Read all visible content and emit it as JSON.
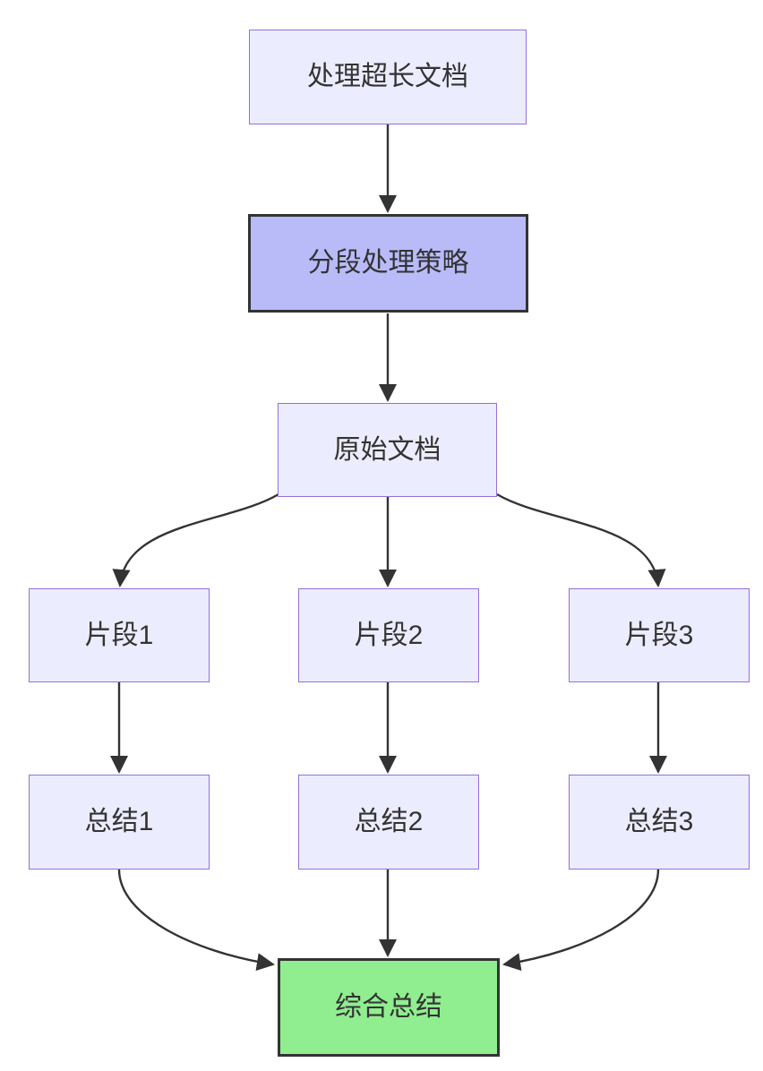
{
  "diagram": {
    "type": "flowchart",
    "direction": "top-down",
    "nodes": [
      {
        "id": "A",
        "label": "处理超长文档",
        "style": "default"
      },
      {
        "id": "B",
        "label": "分段处理策略",
        "style": "strategy"
      },
      {
        "id": "C",
        "label": "原始文档",
        "style": "default"
      },
      {
        "id": "D1",
        "label": "片段1",
        "style": "default"
      },
      {
        "id": "D2",
        "label": "片段2",
        "style": "default"
      },
      {
        "id": "D3",
        "label": "片段3",
        "style": "default"
      },
      {
        "id": "E1",
        "label": "总结1",
        "style": "default"
      },
      {
        "id": "E2",
        "label": "总结2",
        "style": "default"
      },
      {
        "id": "E3",
        "label": "总结3",
        "style": "default"
      },
      {
        "id": "F",
        "label": "综合总结",
        "style": "final"
      }
    ],
    "edges": [
      {
        "from": "处理超长文档",
        "to": "分段处理策略"
      },
      {
        "from": "分段处理策略",
        "to": "原始文档"
      },
      {
        "from": "原始文档",
        "to": "片段1"
      },
      {
        "from": "原始文档",
        "to": "片段2"
      },
      {
        "from": "原始文档",
        "to": "片段3"
      },
      {
        "from": "片段1",
        "to": "总结1"
      },
      {
        "from": "片段2",
        "to": "总结2"
      },
      {
        "from": "片段3",
        "to": "总结3"
      },
      {
        "from": "总结1",
        "to": "综合总结"
      },
      {
        "from": "总结2",
        "to": "综合总结"
      },
      {
        "from": "总结3",
        "to": "综合总结"
      }
    ],
    "colors": {
      "background": "#ffffff",
      "default_node_fill": "#ECECFF",
      "default_node_border": "#9370DB",
      "strategy_node_fill": "#b9bbf9",
      "strategy_node_border": "#333333",
      "final_node_fill": "#90EE90",
      "final_node_border": "#333333",
      "edge_stroke": "#333333",
      "text": "#333333"
    }
  }
}
